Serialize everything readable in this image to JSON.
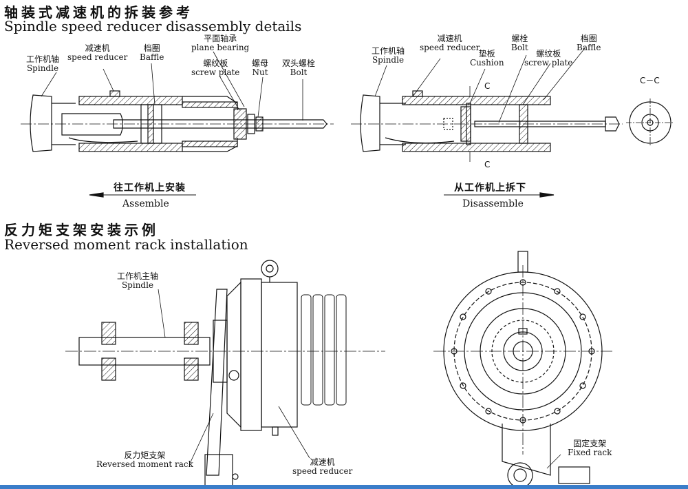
{
  "section1": {
    "title_cn": "轴装式减速机的拆装参考",
    "title_en": "Spindle speed reducer disassembly details"
  },
  "section2": {
    "title_cn": "反力矩支架安装示例",
    "title_en": "Reversed moment rack installation"
  },
  "assemble_view": {
    "labels": {
      "spindle_cn": "工作机轴",
      "spindle_en": "Spindle",
      "reducer_cn": "减速机",
      "reducer_en": "speed reducer",
      "baffle_cn": "档圈",
      "baffle_en": "Baffle",
      "bearing_cn": "平面轴承",
      "bearing_en": "plane bearing",
      "screw_cn": "螺纹板",
      "screw_en": "screw plate",
      "nut_cn": "螺母",
      "nut_en": "Nut",
      "bolt_cn": "双头螺栓",
      "bolt_en": "Bolt"
    },
    "caption_cn": "往工作机上安装",
    "caption_en": "Assemble"
  },
  "disassemble_view": {
    "labels": {
      "spindle_cn": "工作机轴",
      "spindle_en": "Spindle",
      "reducer_cn": "减速机",
      "reducer_en": "speed reducer",
      "cushion_cn": "垫板",
      "cushion_en": "Cushion",
      "bolt_cn": "螺栓",
      "bolt_en": "Bolt",
      "screw_cn": "螺纹板",
      "screw_en": "screw plate",
      "baffle_cn": "档圈",
      "baffle_en": "Baffle"
    },
    "section_mark": "C",
    "section_title": "C－C",
    "caption_cn": "从工作机上拆下",
    "caption_en": "Disassemble"
  },
  "rack_view": {
    "labels": {
      "spindle_cn": "工作机主轴",
      "spindle_en": "Spindle",
      "rack_cn": "反力矩支架",
      "rack_en": "Reversed moment rack",
      "reducer_cn": "减速机",
      "reducer_en": "speed reducer",
      "fixed_cn": "固定支架",
      "fixed_en": "Fixed rack"
    }
  },
  "colors": {
    "accent_bar": "#3a7dc9",
    "line": "#111111"
  }
}
